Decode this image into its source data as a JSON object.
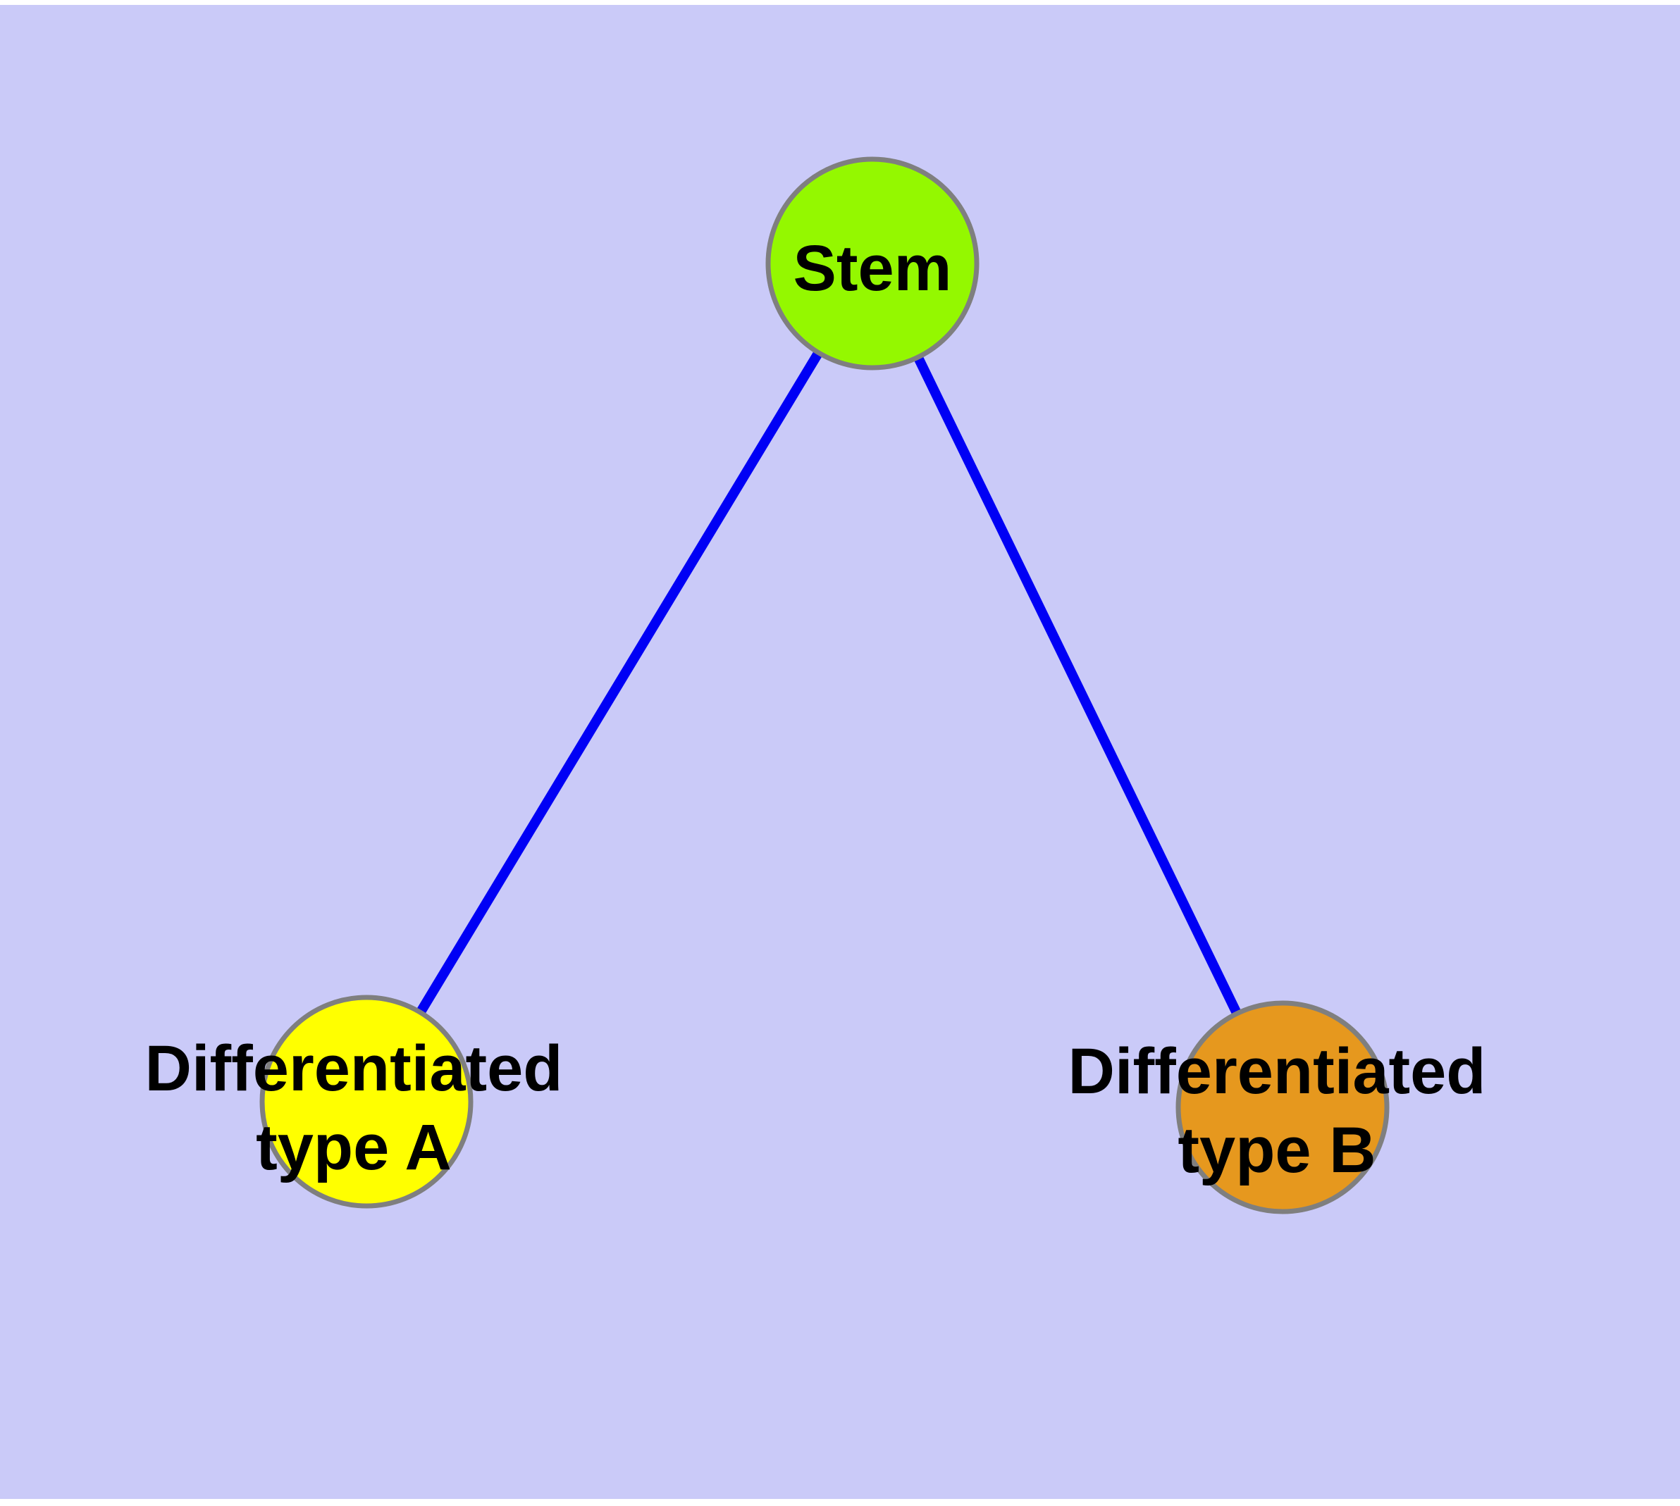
{
  "canvas": {
    "background": "#CACAF8",
    "frame": "#FFFFFF"
  },
  "style": {
    "node_border": "#7F7F7F",
    "edge_color": "#0000F5",
    "label_color": "#000000"
  },
  "nodes": {
    "stem": {
      "label": "Stem",
      "fill": "#94F800"
    },
    "type_a": {
      "label_line1": "Differentiated",
      "label_line2": "type A",
      "fill": "#FFFF00"
    },
    "type_b": {
      "label_line1": "Differentiated",
      "label_line2": "type B",
      "fill": "#E6981E"
    }
  },
  "edges": [
    {
      "from": "Stem",
      "to": "Differentiated type A"
    },
    {
      "from": "Stem",
      "to": "Differentiated type B"
    }
  ]
}
